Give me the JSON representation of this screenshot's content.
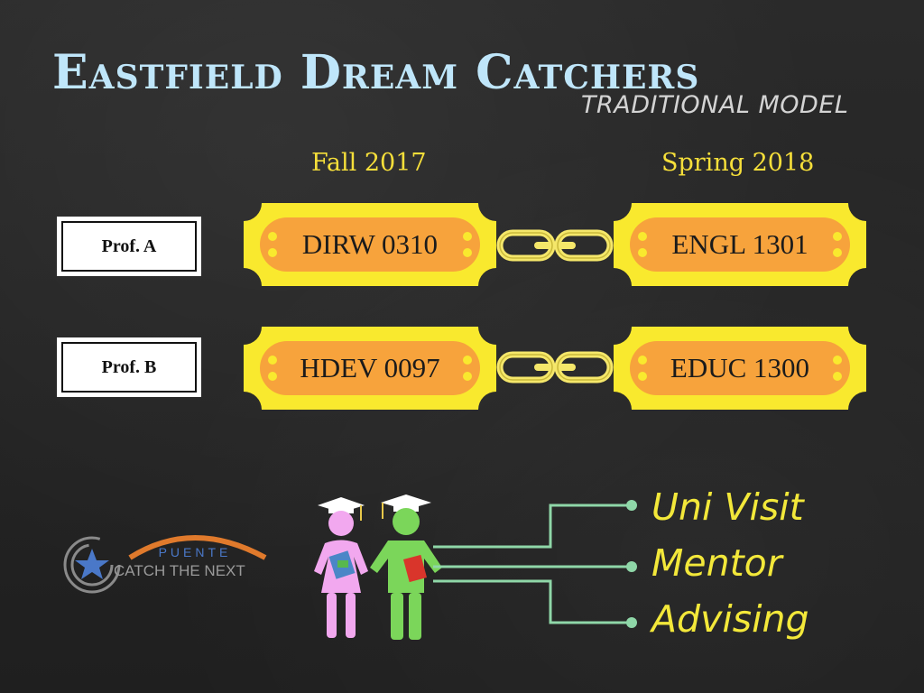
{
  "header": {
    "title": "Eastfield Dream Catchers",
    "subtitle": "TRADITIONAL MODEL"
  },
  "terms": {
    "fall": "Fall 2017",
    "spring": "Spring 2018"
  },
  "rows": [
    {
      "professor": "Prof. A",
      "fall_course": "DIRW 0310",
      "spring_course": "ENGL 1301"
    },
    {
      "professor": "Prof. B",
      "fall_course": "HDEV 0097",
      "spring_course": "EDUC 1300"
    }
  ],
  "services": [
    "Uni Visit",
    "Mentor",
    "Advising"
  ],
  "logo": {
    "top_text": "PUENTE",
    "bottom_text": "CATCH THE NEXT"
  },
  "colors": {
    "title": "#bfe6fa",
    "tag_outer": "#f9e92e",
    "tag_inner": "#f7a33c",
    "term_text": "#f6df3a",
    "service_text": "#f3e83a",
    "connector": "#8fd7a8",
    "chain": "#f5e76a",
    "student_female": "#f2a8ef",
    "student_male": "#7bd65a",
    "logo_arc": "#e07a2c",
    "logo_blue": "#4a78c8"
  }
}
